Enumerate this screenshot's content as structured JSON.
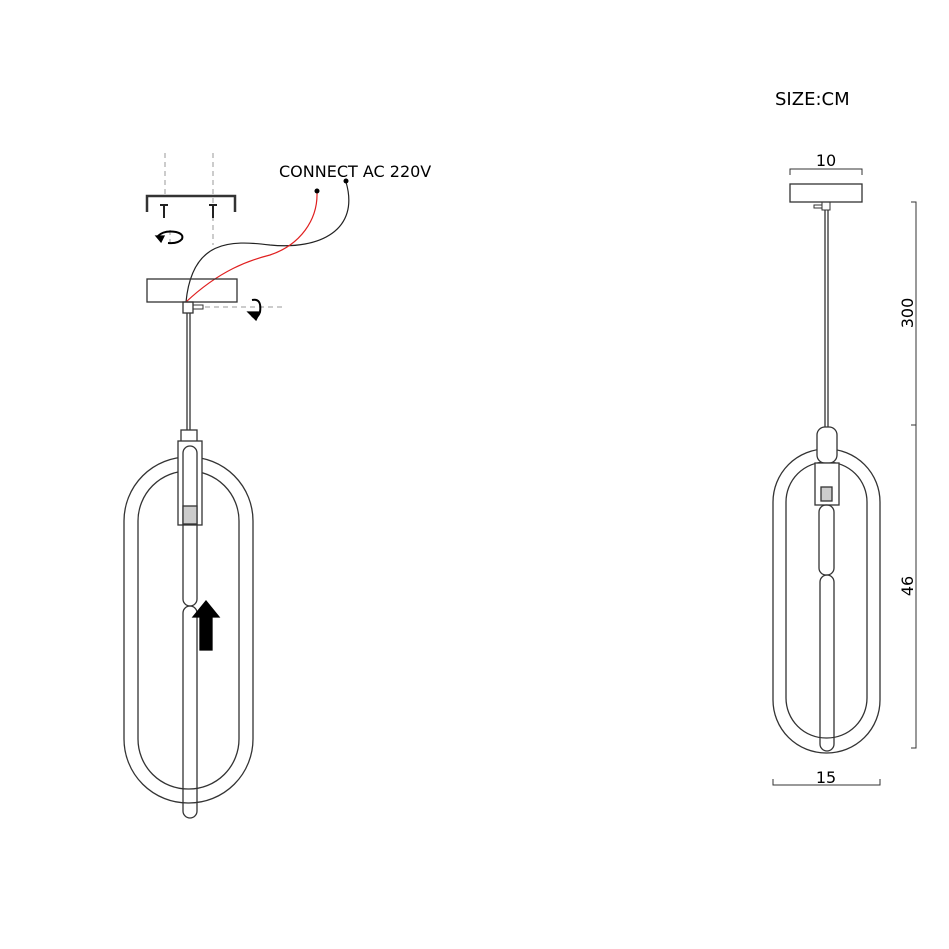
{
  "size_label": "SIZE:CM",
  "connect_label": "CONNECT AC 220V",
  "dimensions": {
    "canopy_width": "10",
    "cable_length": "300",
    "body_height": "46",
    "body_width": "15"
  },
  "colors": {
    "line": "#333333",
    "live_wire": "#e02020",
    "neutral_wire": "#222222"
  }
}
